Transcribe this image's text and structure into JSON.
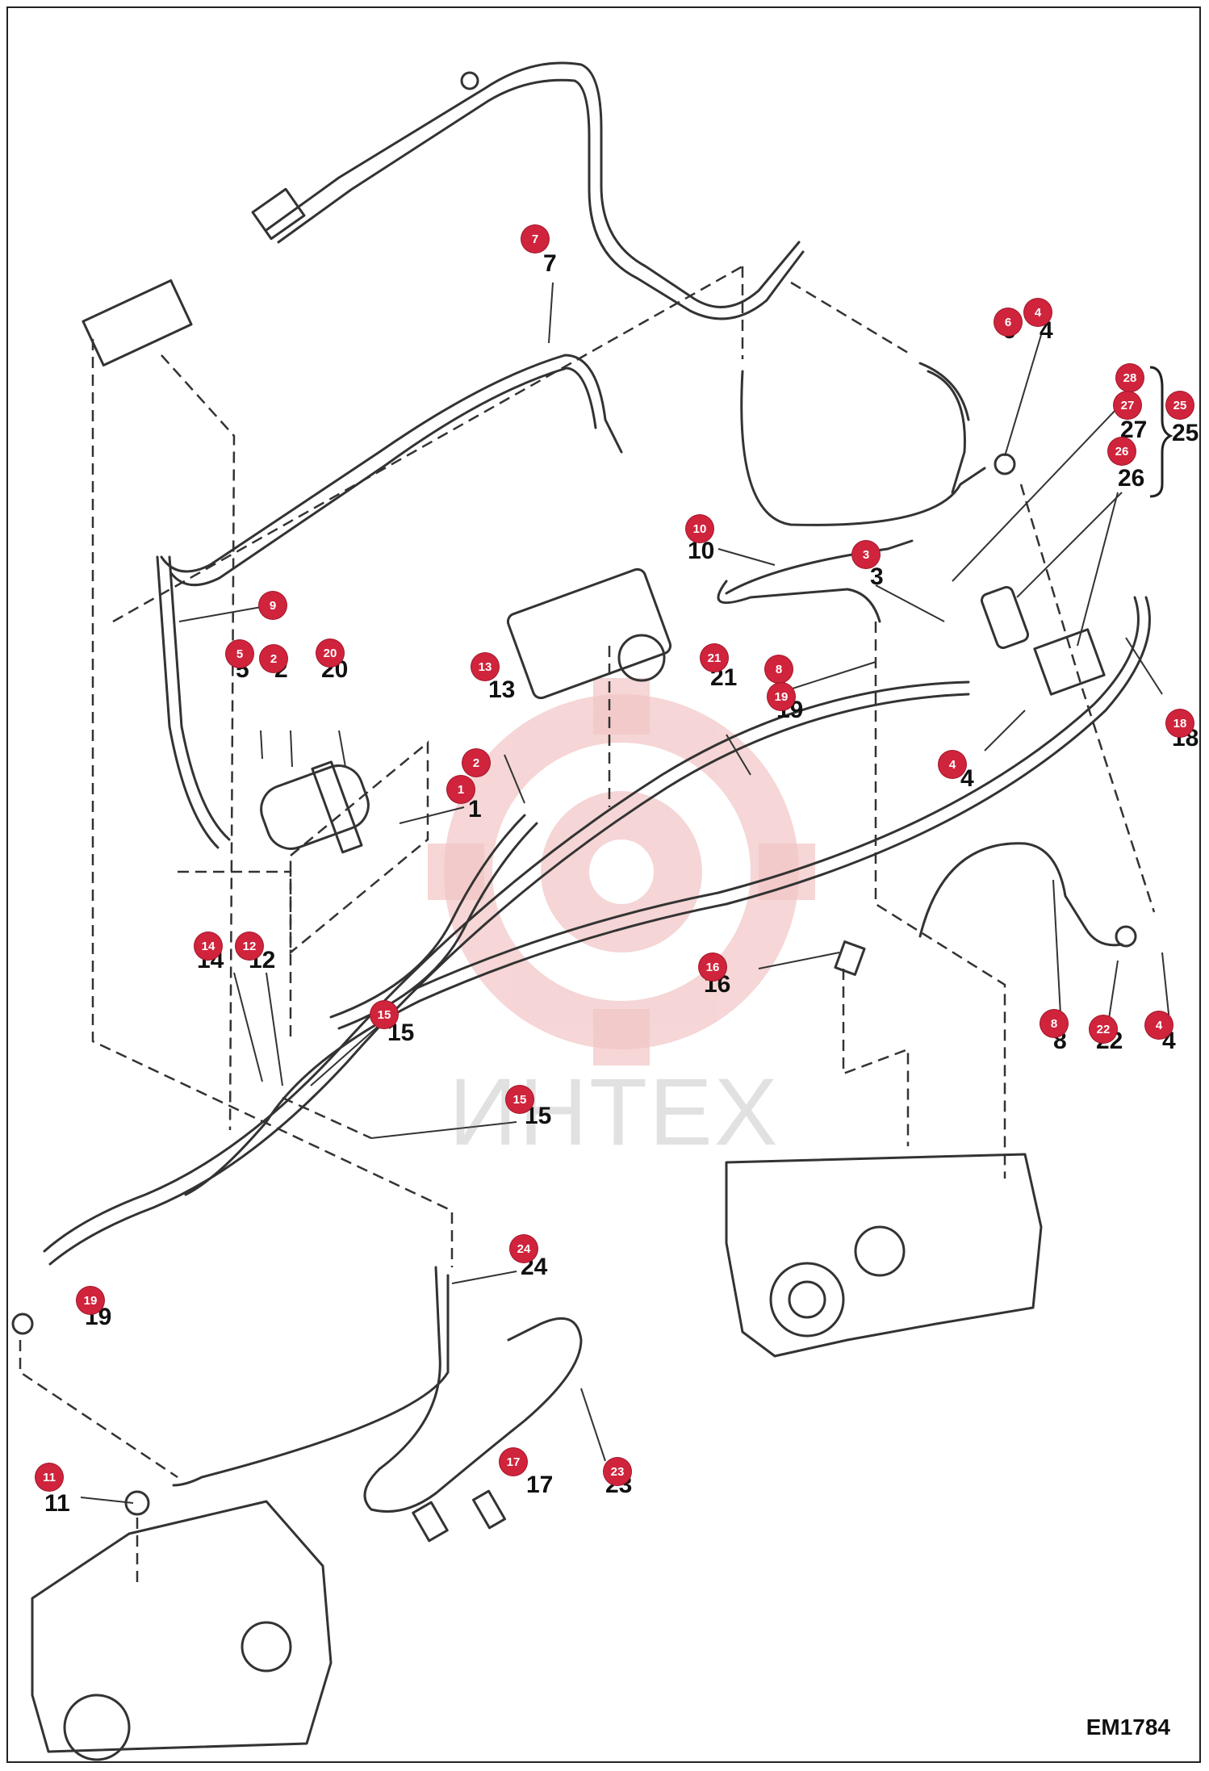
{
  "diagram": {
    "code": "EM1784",
    "watermark": "ИНТЕХ",
    "brace_label": "25",
    "colors": {
      "callout": "#d0243c",
      "line": "#333333",
      "watermark": "#e8a0a0"
    }
  },
  "labels": [
    {
      "id": "l7",
      "text": "7"
    },
    {
      "id": "l6",
      "text": "6"
    },
    {
      "id": "l4a",
      "text": "4"
    },
    {
      "id": "l27",
      "text": "27"
    },
    {
      "id": "l26",
      "text": "26"
    },
    {
      "id": "l10",
      "text": "10"
    },
    {
      "id": "l3",
      "text": "3"
    },
    {
      "id": "l8a",
      "text": "8"
    },
    {
      "id": "l19a",
      "text": "19"
    },
    {
      "id": "l18",
      "text": "18"
    },
    {
      "id": "l4b",
      "text": "4"
    },
    {
      "id": "l5",
      "text": "5"
    },
    {
      "id": "l2a",
      "text": "2"
    },
    {
      "id": "l20",
      "text": "20"
    },
    {
      "id": "l13",
      "text": "13"
    },
    {
      "id": "l21",
      "text": "21"
    },
    {
      "id": "l1",
      "text": "1"
    },
    {
      "id": "l14",
      "text": "14"
    },
    {
      "id": "l12",
      "text": "12"
    },
    {
      "id": "l15a",
      "text": "15"
    },
    {
      "id": "l16",
      "text": "16"
    },
    {
      "id": "l8b",
      "text": "8"
    },
    {
      "id": "l22",
      "text": "22"
    },
    {
      "id": "l4c",
      "text": "4"
    },
    {
      "id": "l15b",
      "text": "15"
    },
    {
      "id": "l24",
      "text": "24"
    },
    {
      "id": "l19b",
      "text": "19"
    },
    {
      "id": "l17",
      "text": "17"
    },
    {
      "id": "l23",
      "text": "23"
    },
    {
      "id": "l11",
      "text": "11"
    }
  ],
  "callouts": [
    {
      "id": "c7",
      "text": "7"
    },
    {
      "id": "c6",
      "text": "6"
    },
    {
      "id": "c4a",
      "text": "4"
    },
    {
      "id": "c28",
      "text": "28"
    },
    {
      "id": "c27",
      "text": "27"
    },
    {
      "id": "c25",
      "text": "25"
    },
    {
      "id": "c26",
      "text": "26"
    },
    {
      "id": "c10",
      "text": "10"
    },
    {
      "id": "c3",
      "text": "3"
    },
    {
      "id": "c9",
      "text": "9"
    },
    {
      "id": "c5",
      "text": "5"
    },
    {
      "id": "c2a",
      "text": "2"
    },
    {
      "id": "c20",
      "text": "20"
    },
    {
      "id": "c13",
      "text": "13"
    },
    {
      "id": "c21",
      "text": "21"
    },
    {
      "id": "c8a",
      "text": "8"
    },
    {
      "id": "c19a",
      "text": "19"
    },
    {
      "id": "c18",
      "text": "18"
    },
    {
      "id": "c4b",
      "text": "4"
    },
    {
      "id": "c2b",
      "text": "2"
    },
    {
      "id": "c1",
      "text": "1"
    },
    {
      "id": "c14",
      "text": "14"
    },
    {
      "id": "c12",
      "text": "12"
    },
    {
      "id": "c15a",
      "text": "15"
    },
    {
      "id": "c16",
      "text": "16"
    },
    {
      "id": "c8b",
      "text": "8"
    },
    {
      "id": "c22",
      "text": "22"
    },
    {
      "id": "c4c",
      "text": "4"
    },
    {
      "id": "c15b",
      "text": "15"
    },
    {
      "id": "c24",
      "text": "24"
    },
    {
      "id": "c19b",
      "text": "19"
    },
    {
      "id": "c17",
      "text": "17"
    },
    {
      "id": "c23",
      "text": "23"
    },
    {
      "id": "c11",
      "text": "11"
    }
  ]
}
